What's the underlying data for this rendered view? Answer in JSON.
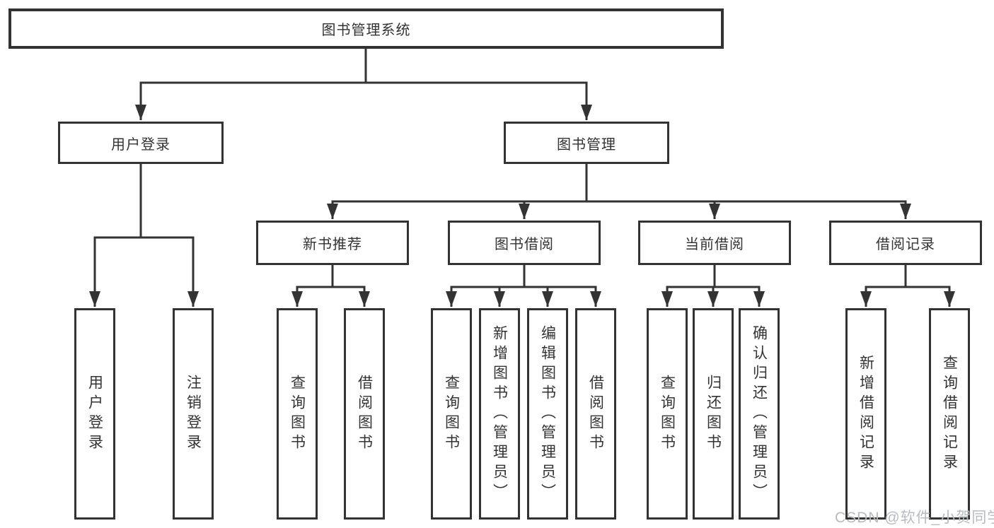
{
  "watermark": "CSDN @软件_小贺同学",
  "colors": {
    "line": "#333333",
    "box_border": "#333333",
    "text": "#333333",
    "watermark_text": "#b6bcc2",
    "background": "#ffffff"
  },
  "tree": {
    "root": {
      "label": "图书管理系统"
    },
    "login": {
      "label": "用户登录",
      "children": [
        "用户登录",
        "注销登录"
      ]
    },
    "mgmt": {
      "label": "图书管理",
      "groups": [
        {
          "label": "新书推荐",
          "children": [
            "查询图书",
            "借阅图书"
          ]
        },
        {
          "label": "图书借阅",
          "children": [
            "查询图书",
            "新增图书（管理员）",
            "编辑图书（管理员）",
            "借阅图书"
          ]
        },
        {
          "label": "当前借阅",
          "children": [
            "查询图书",
            "归还图书",
            "确认归还（管理员）"
          ]
        },
        {
          "label": "借阅记录",
          "children": [
            "新增借阅记录",
            "查询借阅记录"
          ]
        }
      ]
    }
  }
}
